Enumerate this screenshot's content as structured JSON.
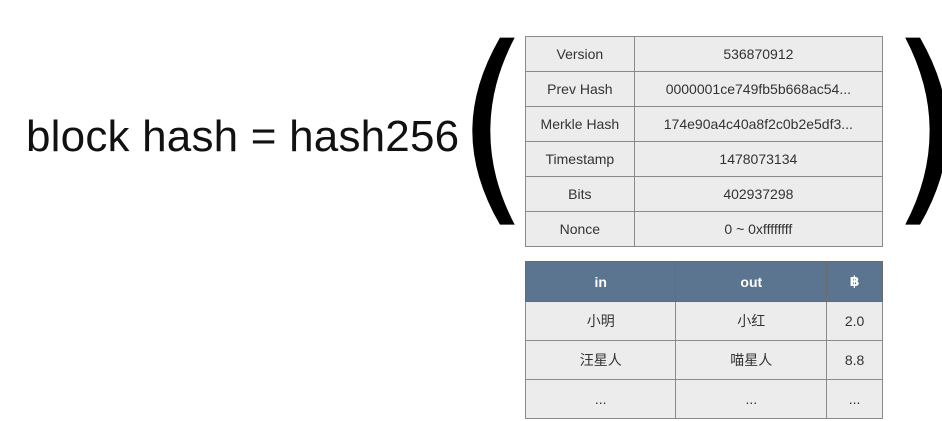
{
  "formula": "block hash = hash256",
  "block_header": [
    {
      "label": "Version",
      "value": "536870912"
    },
    {
      "label": "Prev Hash",
      "value": "0000001ce749fb5b668ac54..."
    },
    {
      "label": "Merkle Hash",
      "value": "174e90a4c40a8f2c0b2e5df3..."
    },
    {
      "label": "Timestamp",
      "value": "1478073134"
    },
    {
      "label": "Bits",
      "value": "402937298"
    },
    {
      "label": "Nonce",
      "value": "0 ~ 0xffffffff"
    }
  ],
  "transactions": {
    "headers": [
      "in",
      "out",
      "฿"
    ],
    "header_color": "#5b7591",
    "rows": [
      [
        "小明",
        "小红",
        "2.0"
      ],
      [
        "汪星人",
        "喵星人",
        "8.8"
      ],
      [
        "...",
        "...",
        "..."
      ]
    ]
  }
}
